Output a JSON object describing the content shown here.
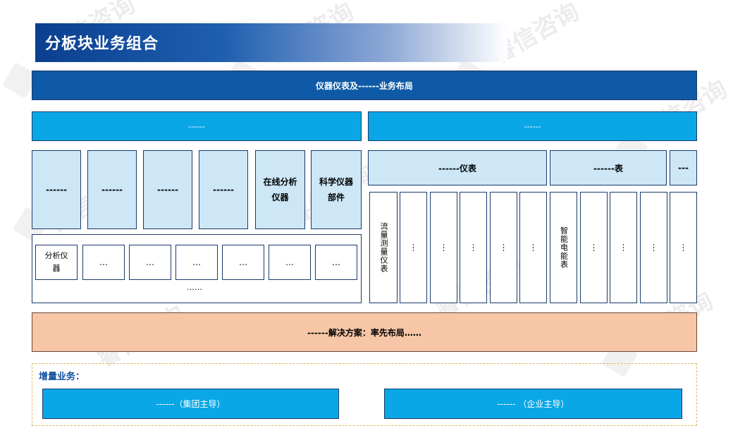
{
  "title": "分板块业务组合",
  "top_bar": "仪器仪表及------业务布局",
  "left_header": "------",
  "right_header": "------",
  "left_top_boxes": [
    "------",
    "------",
    "------",
    "------",
    "在线分析仪器",
    "科学仪器部件"
  ],
  "left_small_boxes": [
    "分析仪器",
    "…",
    "…",
    "…",
    "…",
    "…",
    "…"
  ],
  "left_bottom_text": "……",
  "right_group_headers": [
    "------仪表",
    "------表",
    "---"
  ],
  "right_columns": [
    "流量测量仪表",
    "⋮",
    "⋮",
    "⋮",
    "⋮",
    "⋮",
    "智能电能表",
    "⋮",
    "⋮",
    "⋮",
    "⋮"
  ],
  "solution_bar": "------解决方案：率先布局……",
  "incremental_label": "增量业务：",
  "incremental_left": "------（集团主导）",
  "incremental_right": "------ （企业主导）",
  "watermark": "睿信咨询"
}
